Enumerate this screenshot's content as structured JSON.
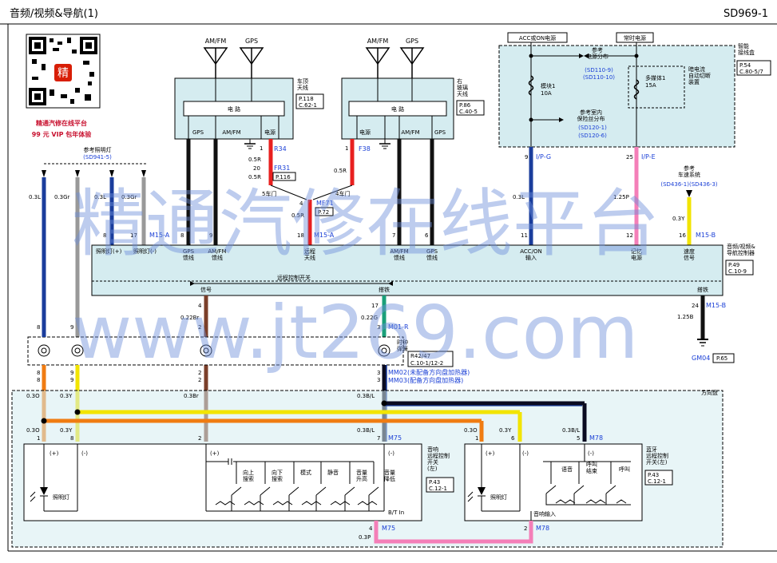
{
  "header": {
    "title": "音频/视频&导航(1)",
    "code": "SD969-1"
  },
  "promo": {
    "line1": "精通汽修在线平台",
    "line2": "99 元 VIP 包年体验",
    "qr_char": "精"
  },
  "watermark": {
    "line1": "精通汽修在线平台",
    "line2": "www.jt269.com"
  },
  "antennas": {
    "roof": {
      "am": "AM/FM",
      "gps": "GPS",
      "circuit": "电 路",
      "p1": "GPS",
      "p2": "AM/FM",
      "p3": "电源",
      "name": "车顶\n天线",
      "ref1": "P.118",
      "ref2": "C.62-1"
    },
    "glass": {
      "am": "AM/FM",
      "gps": "GPS",
      "circuit": "电 路",
      "p1": "电源",
      "p2": "AM/FM",
      "p3": "GPS",
      "name": "右\n玻璃\n天线",
      "ref1": "P.86",
      "ref2": "C.40-5"
    }
  },
  "fuse_box": {
    "acc": "ACC或ON电源",
    "batt": "常时电源",
    "name": "智能\n接线盒",
    "ref1": "P.54",
    "ref2": "C.80-5/7",
    "ref_a": "参考\n电源分布",
    "ref_a1": "(SD110-9)",
    "ref_a2": "(SD110-10)",
    "fuse1": "模块1\n10A",
    "fuse2": "多媒体1\n15A",
    "cutoff": "暗电流\n自动切断\n装置",
    "ref_b": "参考室内\n保险丝分布",
    "ref_b1": "(SD120-1)",
    "ref_b2": "(SD120-6)",
    "pin9": "9",
    "conn_g": "I/P-G",
    "pin25": "25",
    "conn_e": "I/P-E"
  },
  "wires": {
    "w_03L": "0.3L",
    "w_03Gr": "0.3Gr",
    "w_05R": "0.5R",
    "w_125P": "1.25P",
    "w_03Y": "0.3Y",
    "w_022Br": "0.22Br",
    "w_022G": "0.22G",
    "w_125B": "1.25B",
    "w_03O": "0.3O",
    "w_03Br": "0.3Br",
    "w_03BL": "0.3B/L",
    "w_03P": "0.3P"
  },
  "connectors": {
    "r34": "R34",
    "fr31": "FR31",
    "p116": "P.116",
    "mf71": "MF71",
    "p72": "P.72",
    "f38": "F38",
    "door5": "5车门",
    "door4": "4车门",
    "m15a": "M15-A",
    "m15b": "M15-B",
    "m01r": "M01-R",
    "mm02": "MM02(未配备方向盘加热器)",
    "mm03": "MM03(配备方向盘加热器)",
    "m75": "M75",
    "m78": "M78",
    "gm04": "GM04",
    "p65": "P.65",
    "r4247": "R42/47",
    "r4247b": "C.10-1/12-2",
    "clock": "时钟\n弹簧"
  },
  "refs": {
    "lamp": "参考照明灯",
    "lamp_code": "(SD941-5)",
    "speed": "参考\n车速系统",
    "speed_code": "(SD436-1)(SD436-3)"
  },
  "head_unit": {
    "name": "音频/视频&\n导航控制器",
    "ref1": "P.49",
    "ref2": "C.10-9",
    "pin_lamp_p": "照明灯(+)",
    "pin_lamp_n": "照明灯(-)",
    "pin_gps": "GPS\n馈线",
    "pin_amfm": "AM/FM\n馈线",
    "pin_remote": "远程\n天线",
    "pin_amfm2": "AM/FM\n馈线",
    "pin_gps2": "GPS\n馈线",
    "pin_acc": "ACC/ON\n输入",
    "pin_mem": "记忆\n电源",
    "pin_speed": "速度\n信号",
    "remote_switch": "远程控制开关",
    "signal": "信号",
    "ground": "搭铁",
    "ground2": "搭铁"
  },
  "steering": {
    "label": "方向盘",
    "left_name": "音响\n远程控制\n开关\n(左)",
    "left_ref1": "P.43",
    "left_ref2": "C.12-1",
    "right_name": "蓝牙\n远程控制\n开关(左)",
    "right_ref1": "P.43",
    "right_ref2": "C.12-1",
    "lamp": "照明灯",
    "lamp2": "照明灯",
    "btin": "B/T In",
    "audio_in": "音响输入",
    "buttons": [
      "向上\n搜索",
      "向下\n搜索",
      "模式",
      "静音",
      "音量\n升高",
      "音量\n降低"
    ],
    "bt_buttons": [
      "语音",
      "呼叫\n结束",
      "呼叫"
    ]
  },
  "pins": {
    "p8": "8",
    "p9": "9",
    "p17": "17",
    "p18": "18",
    "p11": "11",
    "p12": "12",
    "p16": "16",
    "p4": "4",
    "p24": "24",
    "p2": "2",
    "p3": "3",
    "p1": "1",
    "p7": "7",
    "p5": "5",
    "p6": "6",
    "p20": "20"
  }
}
